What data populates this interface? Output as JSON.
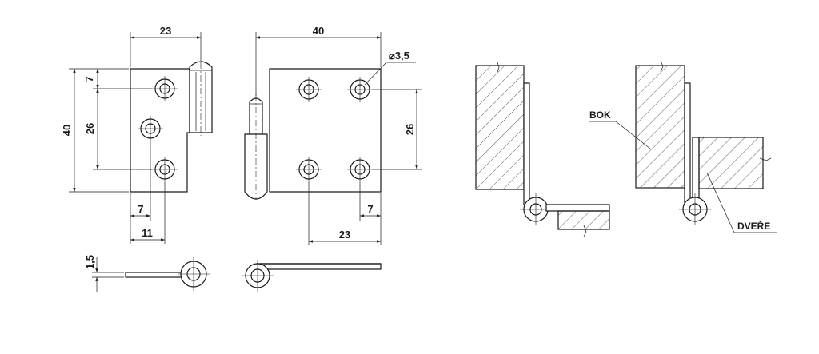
{
  "dimensions": {
    "front_left_width": "23",
    "front_left_height": "40",
    "front_left_top_offset": "7",
    "front_left_hole_spacing": "26",
    "front_left_bottom_offset": "7",
    "front_left_bottom_width": "11",
    "front_right_width": "40",
    "front_right_hole_diameter": "⌀3,5",
    "front_right_hole_spacing": "26",
    "front_right_edge_offset": "7",
    "front_right_bottom_width": "23",
    "side_thickness": "1,5"
  },
  "labels": {
    "bok": "BOK",
    "dvere": "DVEŘE"
  }
}
